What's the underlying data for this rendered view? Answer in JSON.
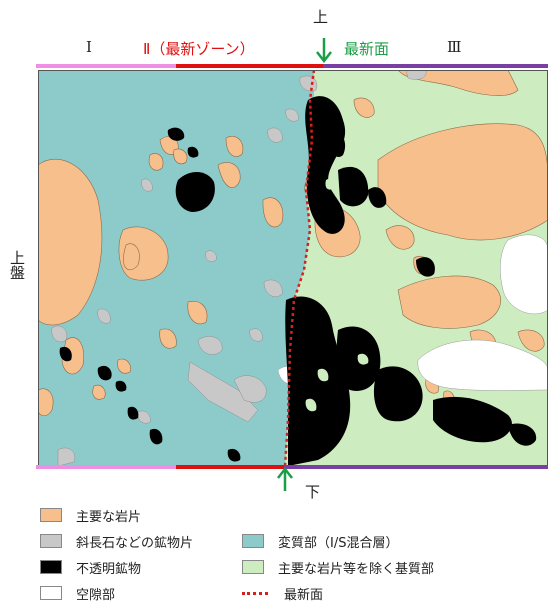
{
  "top": {
    "top_label": "上",
    "zone1_label": "Ⅰ",
    "zone2_label": "Ⅱ（最新ゾーン）",
    "newest_label": "最新面",
    "zone3_label": "Ⅲ"
  },
  "side": {
    "hanging_wall_label": "上盤"
  },
  "bottom": {
    "bottom_label": "下"
  },
  "legend": {
    "items": [
      {
        "label": "主要な岩片",
        "color": "#f6bf8c"
      },
      {
        "label": "斜長石などの鉱物片",
        "color": "#c8c8c8"
      },
      {
        "label": "不透明鉱物",
        "color": "#000000"
      },
      {
        "label": "空隙部",
        "color": "#ffffff"
      },
      {
        "label": "変質部（I/S混合層）",
        "color": "#8ccbc9"
      },
      {
        "label": "主要な岩片等を除く基質部",
        "color": "#cdedc0"
      },
      {
        "label": "最新面",
        "color": "#d61f1f"
      }
    ]
  },
  "colors": {
    "zone1": "#ee8fe3",
    "zone2": "#e01010",
    "zone3": "#7a3fa3",
    "arrow": "#1a9e46"
  }
}
